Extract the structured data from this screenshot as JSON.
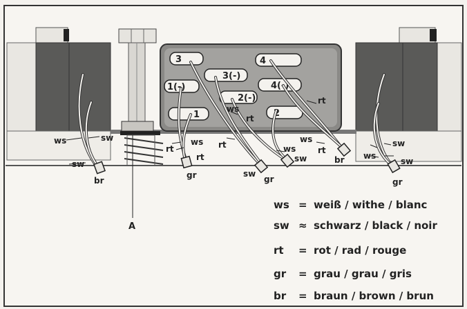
{
  "terminals": {
    "t3": "3",
    "t4": "4",
    "t3m": "3(-)",
    "t1m": "1(-)",
    "t4m": "4(-)",
    "t2m": "2(-)",
    "t1": "1",
    "t2": "2"
  },
  "wire_labels": {
    "ws_left": "ws",
    "sw_left": "sw",
    "sw_left2": "sw",
    "br_left": "br",
    "ws_center": "ws",
    "rt_center": "rt",
    "rt_center2": "rt",
    "gr_center": "gr",
    "rt_mid": "rt",
    "sw_mid": "sw",
    "gr_mid": "gr",
    "ws_mid": "ws",
    "sw_mid2": "sw",
    "ws_box": "ws",
    "rt_box": "rt",
    "rt_right_top": "rt",
    "ws_right": "ws",
    "rt_right": "rt",
    "br_right": "br",
    "sw_right": "sw",
    "ws_right2": "ws",
    "sw_right2": "sw",
    "gr_right": "gr"
  },
  "pointer_label": "A",
  "legend": [
    {
      "code": "ws",
      "sep": "=",
      "text": "weiß / withe / blanc"
    },
    {
      "code": "sw",
      "sep": "≈",
      "text": "schwarz / black / noir"
    },
    {
      "code": "rt",
      "sep": "=",
      "text": "rot / rad / rouge"
    },
    {
      "code": "gr",
      "sep": "=",
      "text": "grau / grau / gris"
    },
    {
      "code": "br",
      "sep": "=",
      "text": "braun / brown / brun"
    }
  ]
}
